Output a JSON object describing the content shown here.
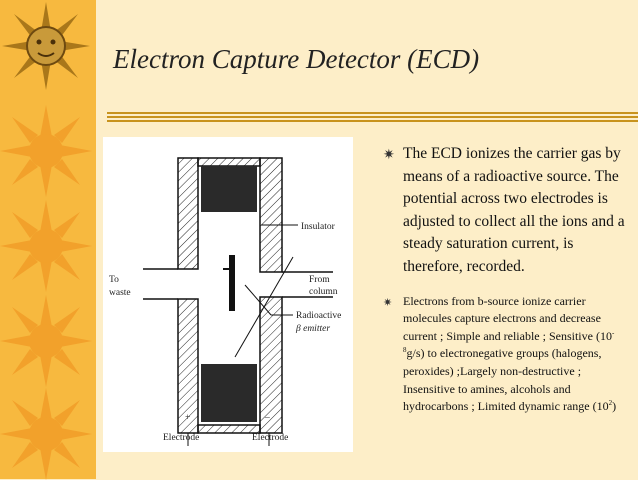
{
  "title": "Electron Capture Detector (ECD)",
  "theme": {
    "accent": "#c8931d",
    "sun_color": "#f2a12b",
    "band_color": "#f7b93f",
    "background": "#fdeec8"
  },
  "decoration": {
    "icons": [
      "face-sun-icon",
      "sun-icon",
      "sun-icon",
      "sun-icon",
      "sun-icon"
    ]
  },
  "diagram": {
    "label_to": "To",
    "label_waste": "waste",
    "label_insulator": "Insulator",
    "label_from": "From",
    "label_column": "column",
    "label_radioactive": "Radioactive",
    "label_beta_emitter": "β emitter",
    "sign_plus": "+",
    "sign_minus": "–",
    "label_electrode_left": "Electrode",
    "label_electrode_right": "Electrode"
  },
  "bullets": {
    "b1": "The ECD ionizes the carrier gas by means of a radioactive source. The potential across two electrodes is adjusted to collect all the ions and a steady saturation current, is therefore, recorded.",
    "b2_part1": "Electrons from b-source ionize carrier molecules capture electrons and decrease current ; Simple and reliable ; Sensitive (10",
    "b2_exp1": "-8",
    "b2_part2": "g/s) to electronegative groups (halogens, peroxides) ;Largely non-destructive ; Insensitive to amines, alcohols and hydrocarbons ; Limited dynamic range (10",
    "b2_exp2": "2",
    "b2_part3": ")"
  }
}
